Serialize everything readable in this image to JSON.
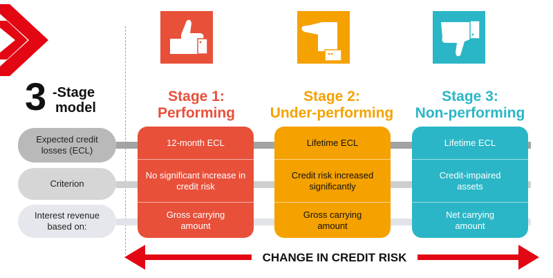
{
  "colors": {
    "stage1": "#e8503a",
    "stage2": "#f5a100",
    "stage3": "#2ab6c6",
    "arrow": "#e30613"
  },
  "decor": {
    "chevron_icon": "chevron-logo-icon"
  },
  "model": {
    "number": "3",
    "label_line1": "-Stage",
    "label_line2": "model"
  },
  "rows": [
    {
      "label": "Expected credit losses (ECL)"
    },
    {
      "label": "Criterion"
    },
    {
      "label": "Interest revenue based on:"
    }
  ],
  "stages": [
    {
      "title_line1": "Stage 1:",
      "title_line2": "Performing",
      "icon": "thumbs-up-icon",
      "ecl": "12-month ECL",
      "criterion": "No significant increase in credit risk",
      "interest": "Gross carrying amount"
    },
    {
      "title_line1": "Stage 2:",
      "title_line2": "Under-performing",
      "icon": "thumbs-sideways-icon",
      "ecl": "Lifetime ECL",
      "criterion": "Credit risk increased significantly",
      "interest": "Gross carrying amount"
    },
    {
      "title_line1": "Stage 3:",
      "title_line2": "Non-performing",
      "icon": "thumbs-down-icon",
      "ecl": "Lifetime ECL",
      "criterion": "Credit-impaired assets",
      "interest": "Net carrying amount"
    }
  ],
  "arrow": {
    "label": "CHANGE IN CREDIT RISK"
  }
}
